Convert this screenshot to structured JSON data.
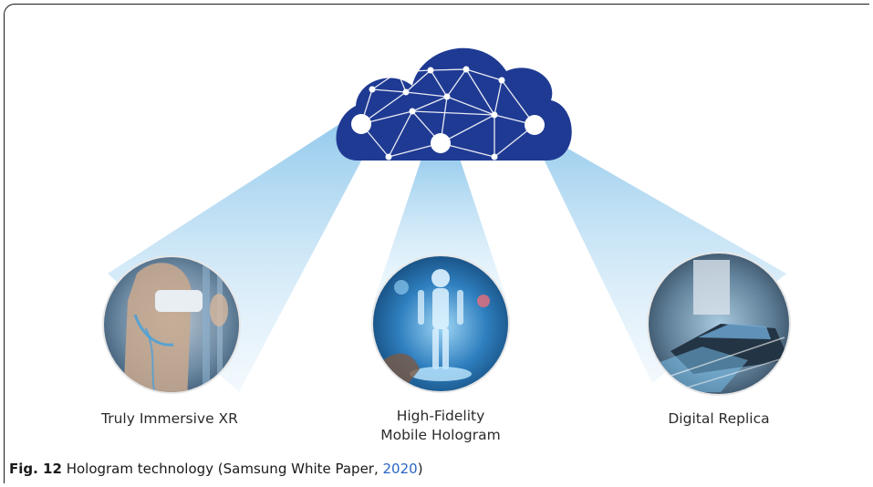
{
  "diagram": {
    "nodes": [
      {
        "id": "xr",
        "label": "Truly Immersive XR"
      },
      {
        "id": "hologram",
        "label_line1": "High-Fidelity",
        "label_line2": "Mobile Hologram"
      },
      {
        "id": "replica",
        "label": "Digital Replica"
      }
    ],
    "colors": {
      "cloud": "#1f3a93",
      "beam": "#7fc1ea",
      "text": "#2b2b2b",
      "link": "#2a66c4"
    }
  },
  "caption": {
    "fig_label": "Fig. 12",
    "text": " Hologram technology (Samsung White Paper, ",
    "year": "2020",
    "close": ")"
  }
}
